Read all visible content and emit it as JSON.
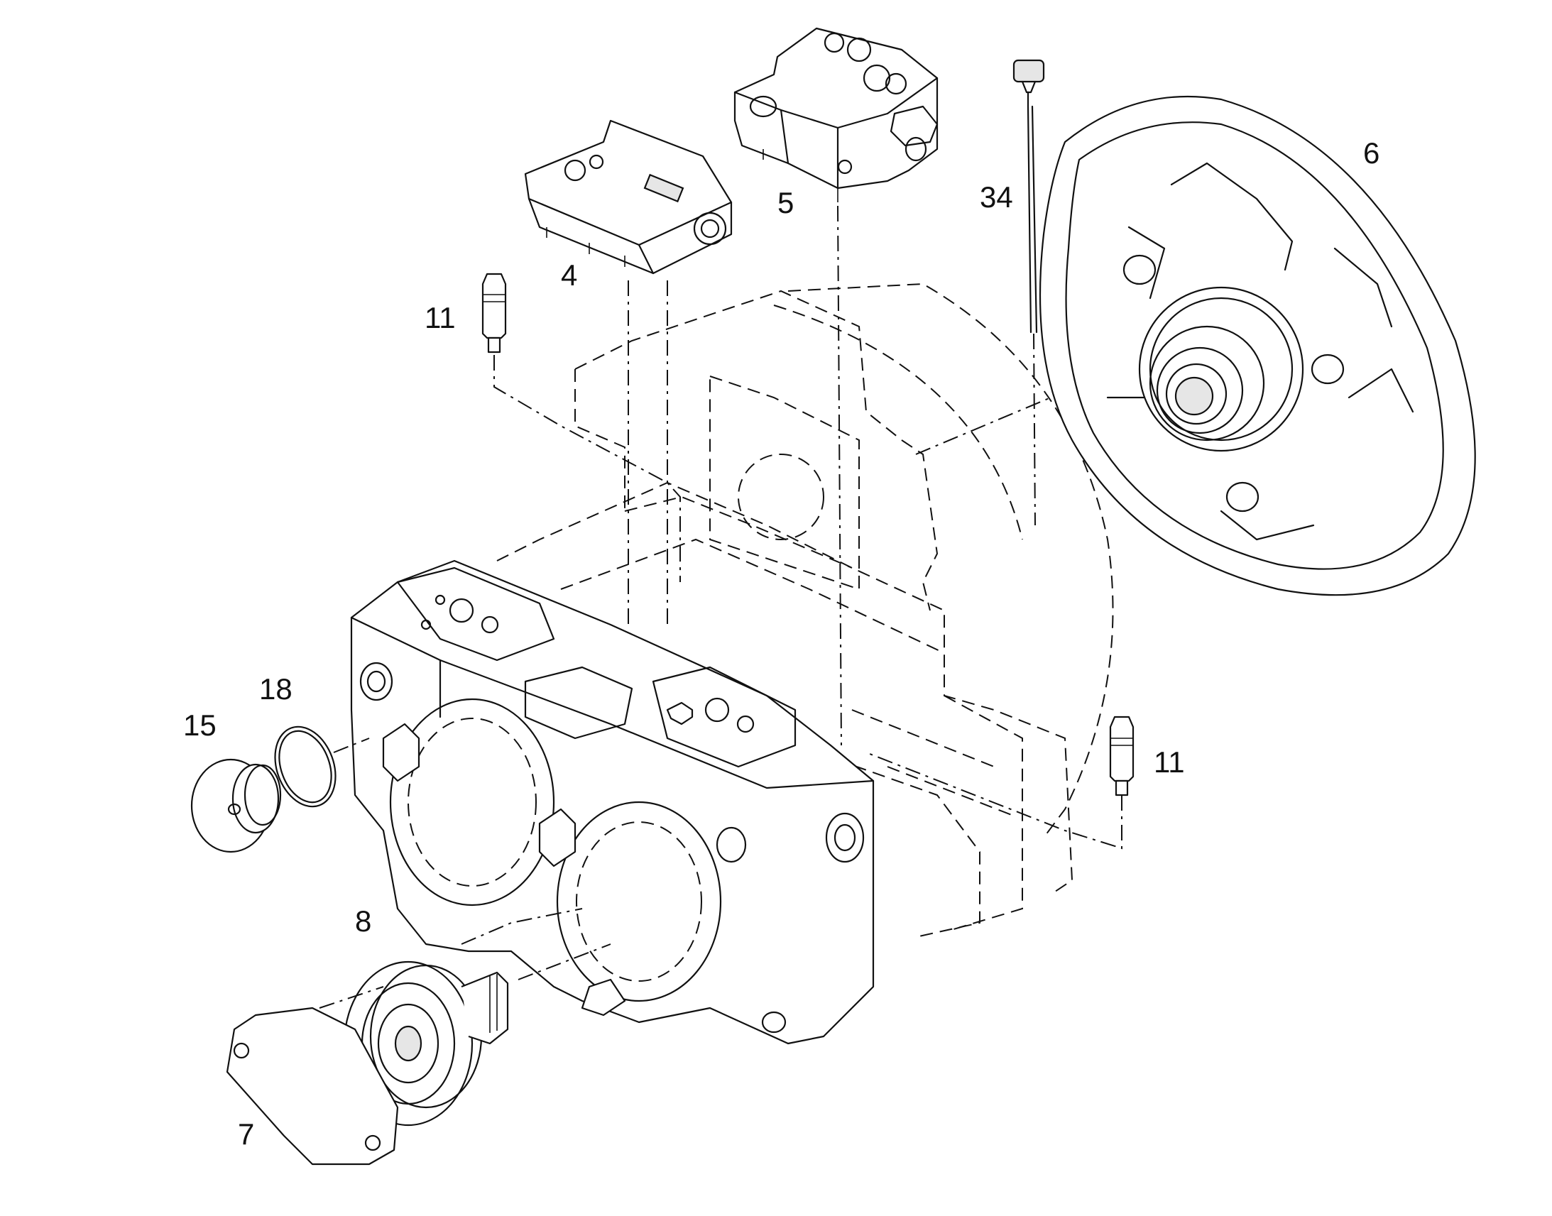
{
  "diagram": {
    "type": "exploded-parts-view",
    "callouts": [
      {
        "id": "4",
        "text": "4"
      },
      {
        "id": "5",
        "text": "5"
      },
      {
        "id": "6",
        "text": "6"
      },
      {
        "id": "7",
        "text": "7"
      },
      {
        "id": "8",
        "text": "8"
      },
      {
        "id": "11a",
        "text": "11"
      },
      {
        "id": "11b",
        "text": "11"
      },
      {
        "id": "15",
        "text": "15"
      },
      {
        "id": "18",
        "text": "18"
      },
      {
        "id": "34",
        "text": "34"
      }
    ],
    "colors": {
      "line": "#111111",
      "background": "#ffffff",
      "fill": "#ffffff"
    }
  }
}
